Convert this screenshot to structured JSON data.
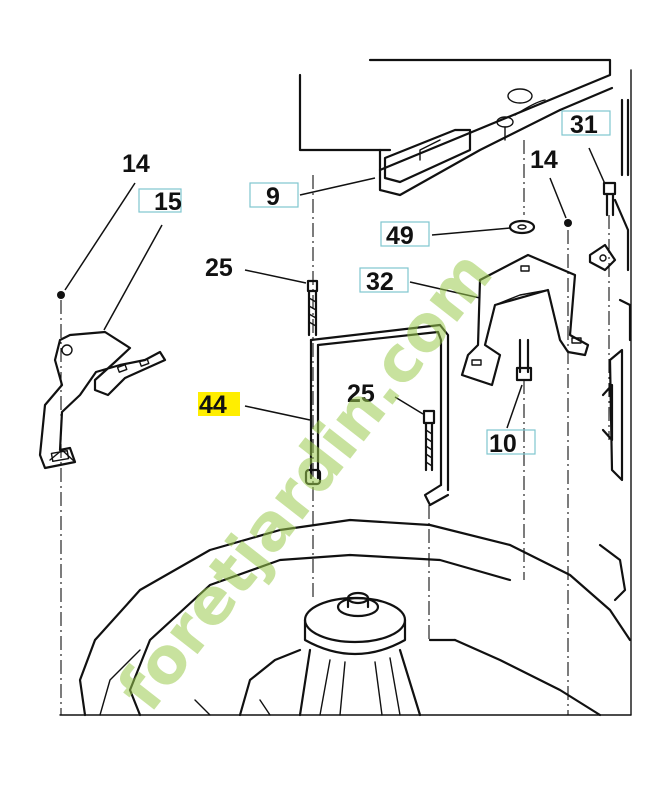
{
  "watermark": "foretjardin.com",
  "colors": {
    "watermark": "#9acb4f",
    "callout_frame": "#7fc6cf",
    "highlight": "#ffee00"
  },
  "callouts": [
    {
      "id": "14a",
      "label": "14",
      "boxed": false,
      "highlighted": false
    },
    {
      "id": "15",
      "label": "15",
      "boxed": true,
      "highlighted": false
    },
    {
      "id": "9",
      "label": "9",
      "boxed": true,
      "highlighted": false
    },
    {
      "id": "25a",
      "label": "25",
      "boxed": false,
      "highlighted": false
    },
    {
      "id": "44",
      "label": "44",
      "boxed": false,
      "highlighted": true
    },
    {
      "id": "25b",
      "label": "25",
      "boxed": false,
      "highlighted": false
    },
    {
      "id": "49",
      "label": "49",
      "boxed": true,
      "highlighted": false
    },
    {
      "id": "32",
      "label": "32",
      "boxed": true,
      "highlighted": false
    },
    {
      "id": "14b",
      "label": "14",
      "boxed": false,
      "highlighted": false
    },
    {
      "id": "31",
      "label": "31",
      "boxed": true,
      "highlighted": false
    },
    {
      "id": "10",
      "label": "10",
      "boxed": true,
      "highlighted": false
    }
  ]
}
